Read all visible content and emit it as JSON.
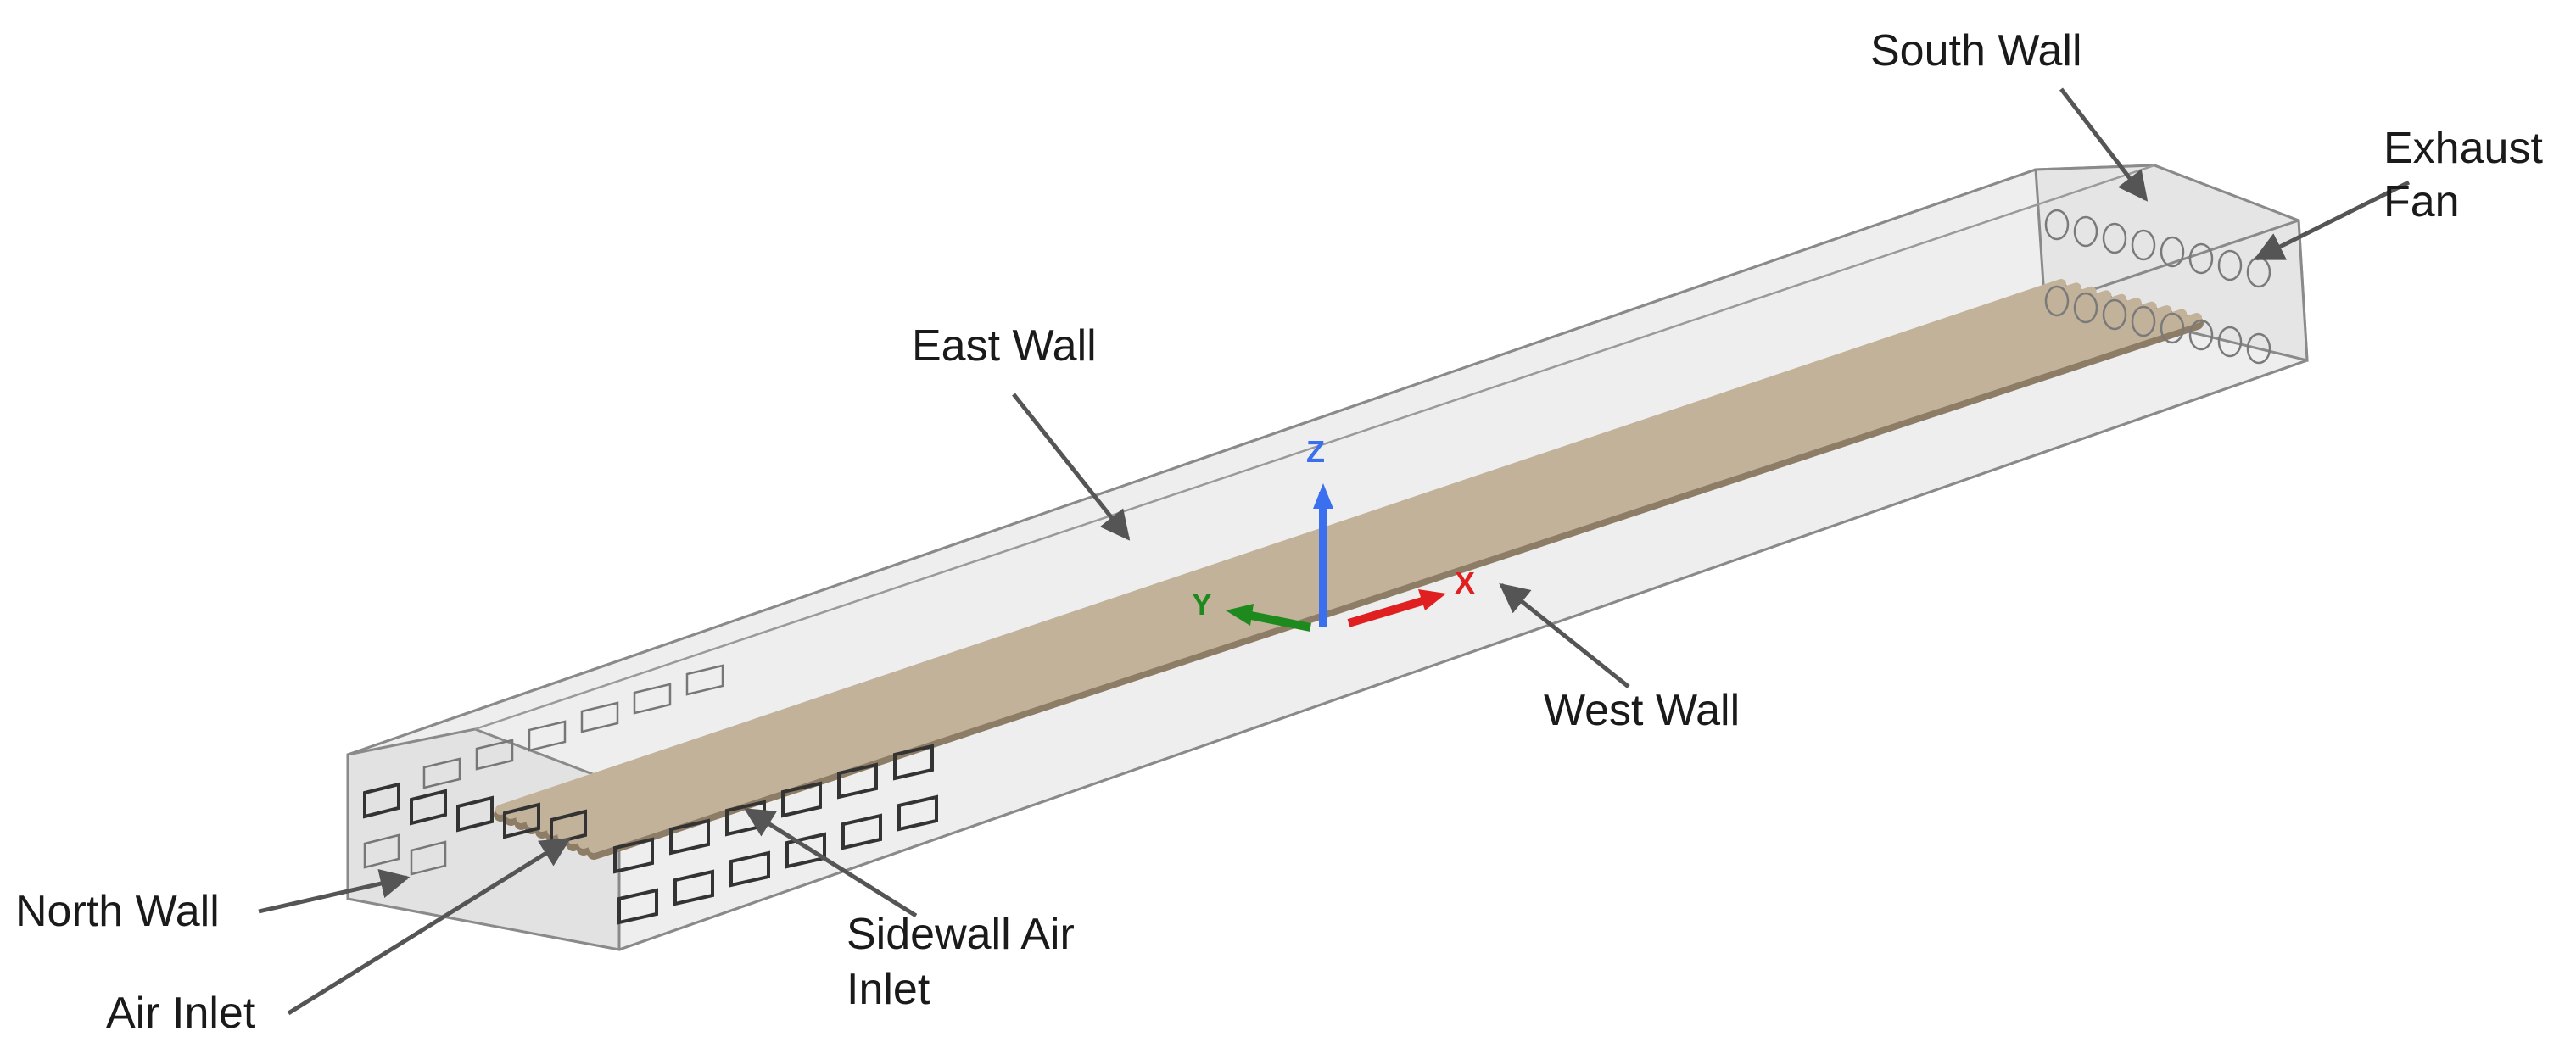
{
  "labels": {
    "south_wall": "South Wall",
    "exhaust_fan": [
      "Exhaust",
      "Fan"
    ],
    "east_wall": "East Wall",
    "west_wall": "West Wall",
    "north_wall": "North Wall",
    "air_inlet": "Air Inlet",
    "sidewall_air_inlet": [
      "Sidewall Air",
      "Inlet"
    ]
  },
  "axes": {
    "x": "X",
    "y": "Y",
    "z": "Z"
  },
  "colors": {
    "enclosure_fill": "#e6e6e6",
    "enclosure_edge": "#8a8a8a",
    "tube": "#c2b29a",
    "tube_shade": "#8e7d66",
    "x_axis": "#e02020",
    "y_axis": "#1e8a1e",
    "z_axis": "#3a6ff0",
    "leader": "#555555"
  }
}
